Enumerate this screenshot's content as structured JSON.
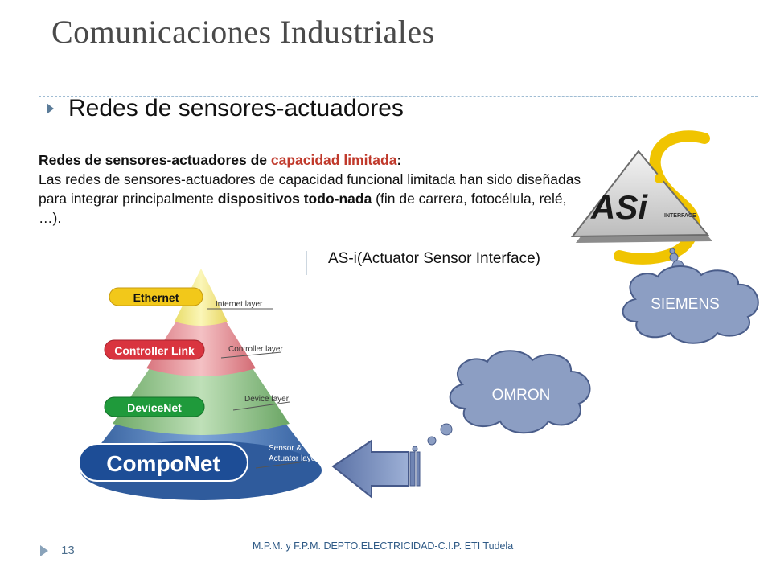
{
  "slide": {
    "title": "Comunicaciones Industriales",
    "bullet": "Redes de sensores-actuadores"
  },
  "paragraph": {
    "heading_prefix": "Redes de sensores-actuadores de ",
    "heading_highlight": "capacidad limitada",
    "heading_suffix": ":",
    "line_main": "Las redes de sensores-actuadores de capacidad funcional limitada han sido diseñadas para integrar principalmente ",
    "bold_1": "dispositivos todo-nada",
    "line_end": " (fin de carrera, fotocélula, relé, …)."
  },
  "asi": {
    "caption": "AS-i(Actuator Sensor Interface)",
    "logo_text": "ASi",
    "logo_subtext": "INTERFACE"
  },
  "pyramid": {
    "layers": [
      {
        "badge": "Ethernet",
        "layer_label": "Internet layer",
        "color": "#f3e98a",
        "badge_color": "#f2c81a",
        "text_color": "#111111"
      },
      {
        "badge": "Controller Link",
        "layer_label": "Controller layer",
        "color": "#e99aa0",
        "badge_color": "#d9343f",
        "text_color": "#ffffff"
      },
      {
        "badge": "DeviceNet",
        "layer_label": "Device layer",
        "color": "#9ac894",
        "badge_color": "#1f9a3b",
        "text_color": "#ffffff"
      },
      {
        "badge": "CompoNet",
        "layer_label_line1": "Sensor &",
        "layer_label_line2": "Actuator layer",
        "color": "#3f6fb1",
        "badge_color": "#1d4d96",
        "text_color": "#ffffff"
      }
    ]
  },
  "clouds": {
    "siemens": "SIEMENS",
    "omron": "OMRON"
  },
  "footer": {
    "page_number": "13",
    "credit": "M.P.M. y F.P.M. DEPTO.ELECTRICIDAD-C.I.P. ETI Tudela"
  },
  "colors": {
    "cloud_fill": "#8c9ec3",
    "cloud_stroke": "#4a5d8a",
    "arrow_fill": "#6f84b3",
    "accent_red": "#c0392b"
  }
}
